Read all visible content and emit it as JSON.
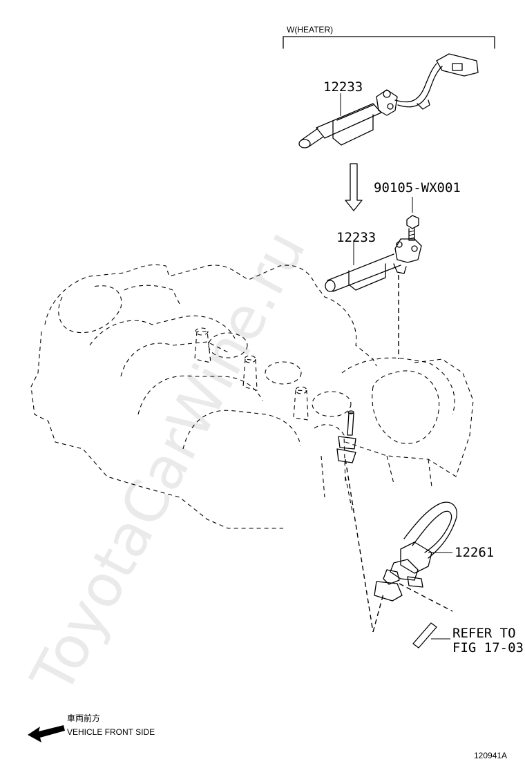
{
  "variant_label": "W(HEATER)",
  "parts": {
    "fuel_rail_upper": "12233",
    "fuel_rail_lower": "12233",
    "bolt": "90105-WX001",
    "hose": "12261"
  },
  "refer_to": {
    "line1": "REFER TO",
    "line2": "FIG 17-03"
  },
  "direction": {
    "japanese": "車両前方",
    "english": "VEHICLE FRONT SIDE"
  },
  "figure_id": "120941A",
  "watermark": "ToyotaCarWine.ru"
}
